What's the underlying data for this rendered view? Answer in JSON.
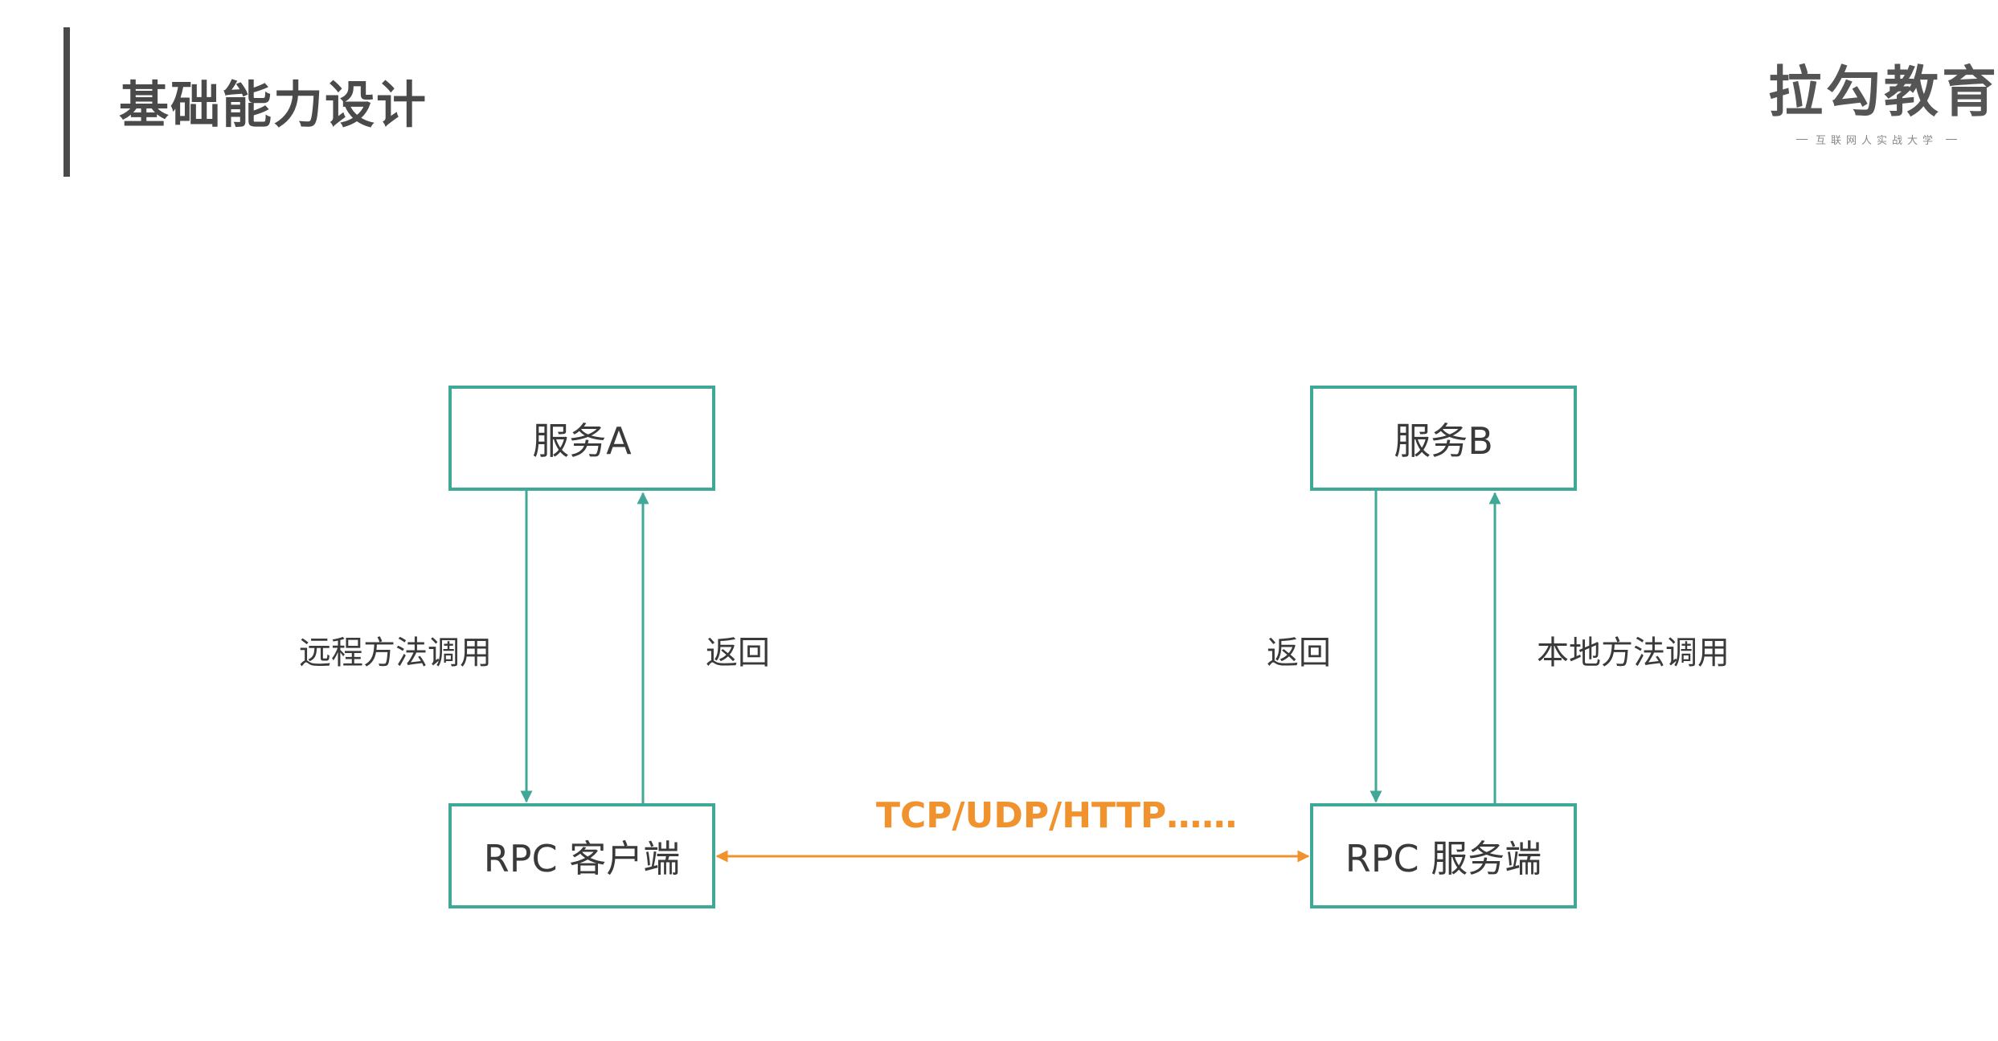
{
  "header": {
    "title": "基础能力设计"
  },
  "logo": {
    "main": "拉勾教育",
    "tagline": "互联网人实战大学"
  },
  "diagram": {
    "nodes": {
      "service_a": "服务A",
      "service_b": "服务B",
      "rpc_client": "RPC 客户端",
      "rpc_server": "RPC 服务端"
    },
    "edges": {
      "remote_call": "远程方法调用",
      "return_a": "返回",
      "return_b": "返回",
      "local_call": "本地方法调用",
      "protocol": "TCP/UDP/HTTP……"
    }
  },
  "colors": {
    "box_border": "#3fa897",
    "arrow": "#3fa897",
    "protocol": "#f0922e",
    "title": "#4a4a4a"
  }
}
